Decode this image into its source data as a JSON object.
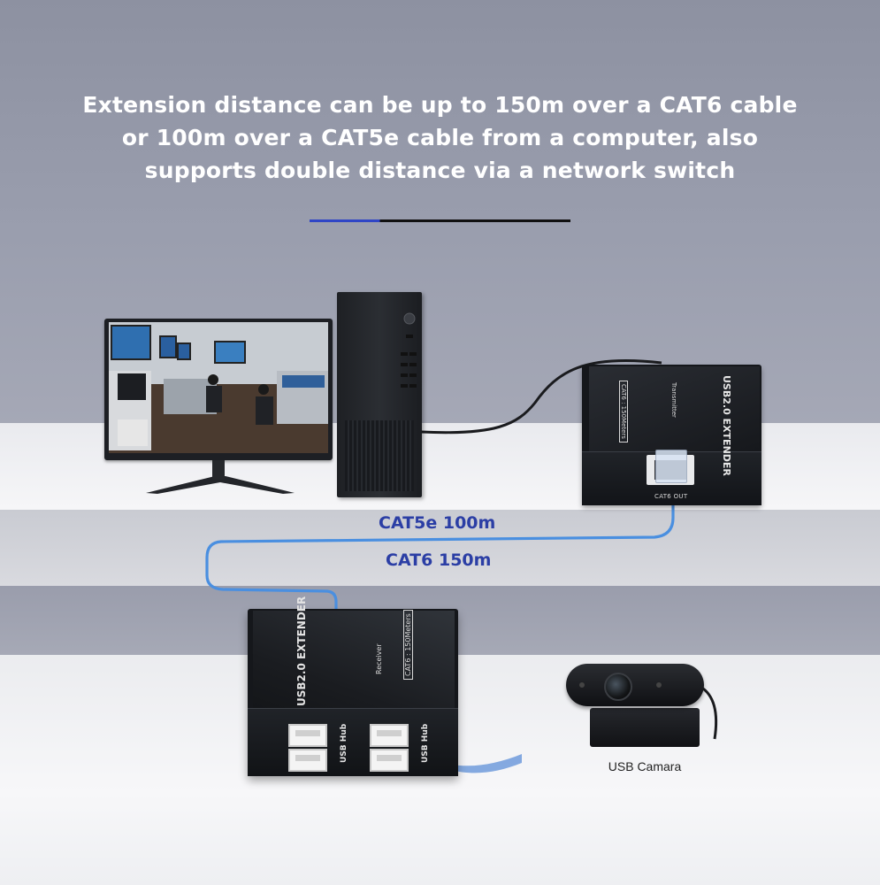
{
  "headline": {
    "line1": "Extension distance can be up to 150m over a CAT6 cable",
    "line2": "or 100m over a CAT5e cable from a computer, also",
    "line3": "supports double distance via a network switch"
  },
  "colors": {
    "accent_blue": "#2f45c6",
    "label_blue": "#2b3ea5",
    "cable_blue": "#4a8fe0",
    "background": "#8f93a3"
  },
  "cable_labels": {
    "cat5e": "CAT5e 100m",
    "cat6": "CAT6 150m"
  },
  "transmitter": {
    "brand": "USB2.0 EXTENDER",
    "role": "Transmitter",
    "spec": "CAT6 : 150Meters",
    "port": "CAT6 OUT"
  },
  "receiver": {
    "brand": "USB2.0 EXTENDER",
    "role": "Receiver",
    "spec": "CAT6 : 150Meters",
    "hub_label_1": "USB Hub",
    "hub_label_2": "USB Hub"
  },
  "webcam": {
    "label": "USB Camara"
  }
}
